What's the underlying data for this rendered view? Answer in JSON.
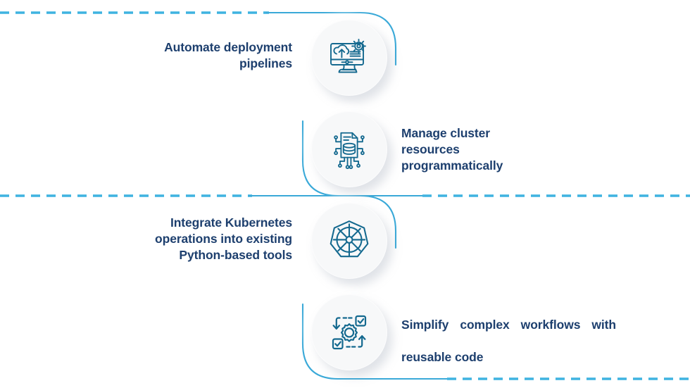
{
  "page": {
    "title": "Kubernetes Python automation benefits",
    "background_color": "#ffffff",
    "accent_line_color": "#3FB3E0",
    "accent_line_solid_color": "#3aa9d8",
    "text_color": "#1d3f6e",
    "badge_color": "#f7f8f9",
    "icon_color": "#14698f"
  },
  "items": [
    {
      "id": "automate-deployment-pipelines",
      "text": "Automate deployment pipelines",
      "lines": [
        "Automate deployment",
        "pipelines"
      ],
      "align": "right",
      "icon_name": "monitor-cloud-upload-gear-icon",
      "icon_label": "Monitor with cloud upload and gear"
    },
    {
      "id": "manage-cluster-resources",
      "text": "Manage cluster resources programmatically",
      "lines": [
        "Manage cluster",
        "resources",
        "programmatically"
      ],
      "align": "left",
      "icon_name": "document-database-circuit-icon",
      "icon_label": "Document with database and circuit nodes"
    },
    {
      "id": "integrate-kubernetes-operations",
      "text": "Integrate Kubernetes operations into existing Python-based tools",
      "lines": [
        "Integrate Kubernetes",
        "operations into existing",
        "Python-based tools"
      ],
      "align": "right",
      "icon_name": "kubernetes-helm-wheel-icon",
      "icon_label": "Kubernetes helm wheel logo"
    },
    {
      "id": "simplify-complex-workflows",
      "text": "Simplify complex workflows with reusable code",
      "lines": [
        "Simplify complex workflows with",
        "reusable code"
      ],
      "align": "justify",
      "icon_name": "gear-checkbox-cycle-icon",
      "icon_label": "Gear with checkboxes and cycle arrows"
    }
  ]
}
